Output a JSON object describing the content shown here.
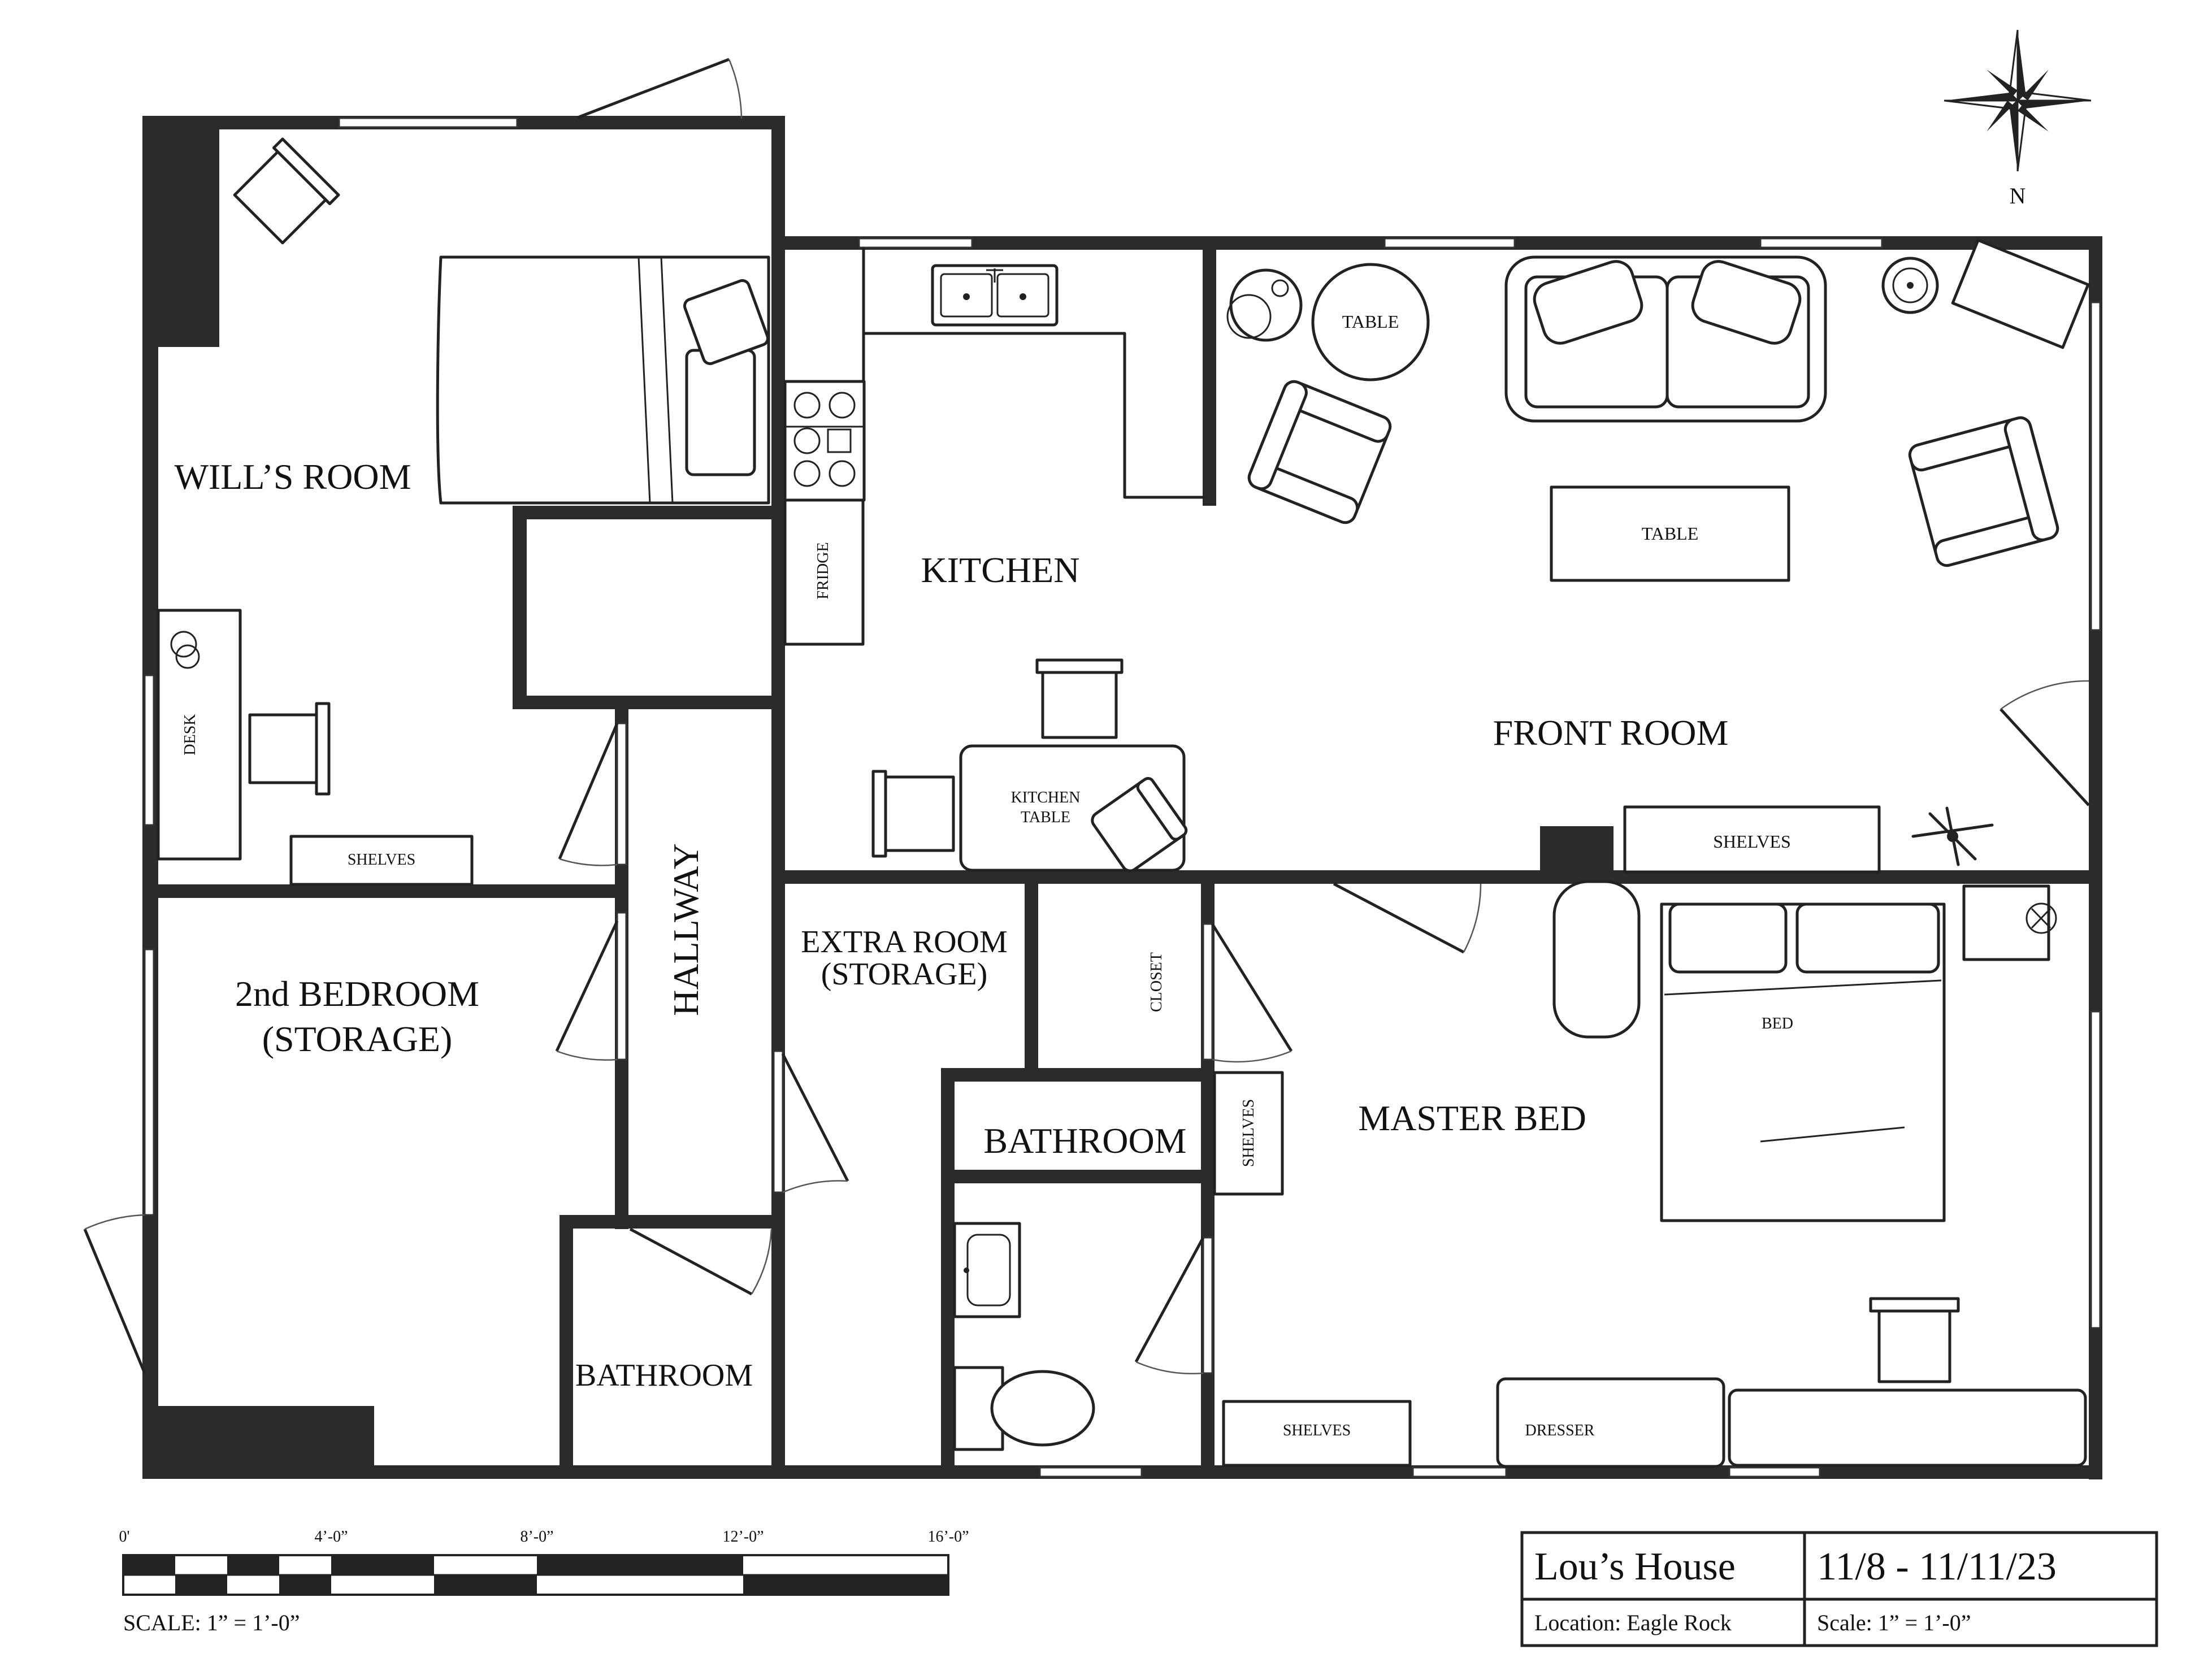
{
  "rooms": {
    "wills_room": "WILL’S ROOM",
    "kitchen": "KITCHEN",
    "front_room": "FRONT ROOM",
    "hallway": "HALLWAY",
    "second_bedroom_line1": "2nd BEDROOM",
    "second_bedroom_line2": "(STORAGE)",
    "extra_room_line1": "EXTRA ROOM",
    "extra_room_line2": "(STORAGE)",
    "closet": "CLOSET",
    "bathroom_main": "BATHROOM",
    "bathroom_small": "BATHROOM",
    "master_bed": "MASTER BED"
  },
  "furniture": {
    "table_round": "TABLE",
    "table_center": "TABLE",
    "fridge": "FRIDGE",
    "kitchen_table_line1": "KITCHEN",
    "kitchen_table_line2": "TABLE",
    "desk": "DESK",
    "shelves_wills": "SHELVES",
    "shelves_front": "SHELVES",
    "shelves_bath": "SHELVES",
    "shelves_master": "SHELVES",
    "bed": "BED",
    "dresser": "DRESSER"
  },
  "compass": {
    "label": "N"
  },
  "scale_bar": {
    "ticks": [
      "0'",
      "4’-0”",
      "8’-0”",
      "12’-0”",
      "16’-0”"
    ],
    "caption": "SCALE: 1” = 1’-0”"
  },
  "title_block": {
    "title": "Lou’s House",
    "dates": "11/8 - 11/11/23",
    "location": "Location: Eagle Rock",
    "scale": "Scale: 1” = 1’-0”"
  }
}
